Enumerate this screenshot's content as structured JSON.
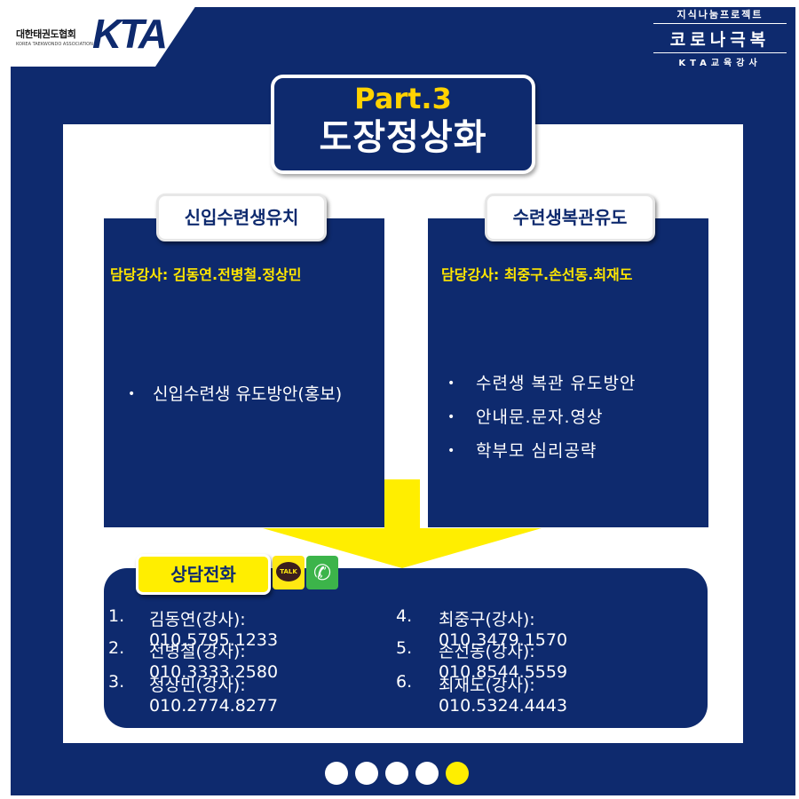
{
  "logo": {
    "org_name": "대한태권도협회",
    "org_sub": "KOREA TAEKWONDO ASSOCIATION",
    "mark": "KTA"
  },
  "project_badge": {
    "top": "지식나눔프로젝트",
    "middle": "코로나극복",
    "bottom": "KTA교육강사"
  },
  "title": {
    "part": "Part.3",
    "main": "도장정상화"
  },
  "left_section": {
    "tag": "신입수련생유치",
    "instructors": "담당강사: 김동연.전병철.정상민",
    "bullets": [
      "신입수련생 유도방안(홍보)"
    ]
  },
  "right_section": {
    "tag": "수련생복관유도",
    "instructors": "담당강사: 최중구.손선동.최재도",
    "bullets": [
      "수련생 복관 유도방안",
      "안내문.문자.영상",
      "학부모 심리공략"
    ]
  },
  "contact": {
    "tag": "상담전화",
    "kakao_label": "TALK",
    "entries": [
      {
        "num": "1.",
        "text": "김동연(강사): 010.5795.1233"
      },
      {
        "num": "2.",
        "text": "전병철(강사): 010.3333.2580"
      },
      {
        "num": "3.",
        "text": "정상민(강사): 010.2774.8277"
      },
      {
        "num": "4.",
        "text": "최중구(강사): 010.3479.1570"
      },
      {
        "num": "5.",
        "text": "손선동(강사): 010.8544.5559"
      },
      {
        "num": "6.",
        "text": "최재도(강사): 010.5324.4443"
      }
    ]
  },
  "pagination": {
    "total": 5,
    "current": 5
  },
  "colors": {
    "navy": "#0e2a6e",
    "yellow": "#ffee00",
    "instructor_text": "#ffe600"
  },
  "icons": [
    "kakaotalk-icon",
    "phone-icon"
  ]
}
